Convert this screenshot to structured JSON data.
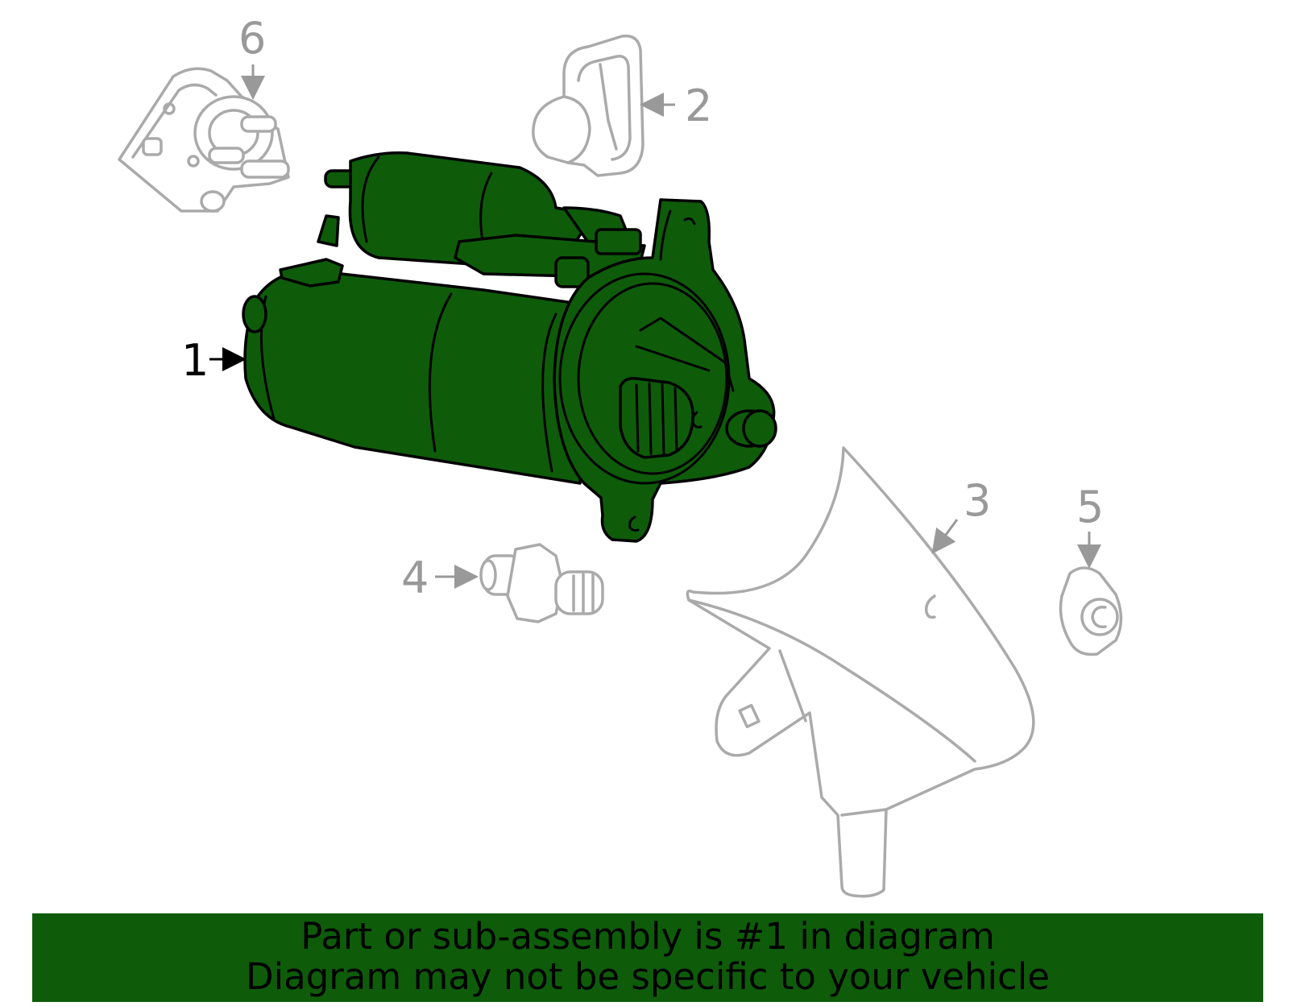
{
  "colors": {
    "highlight": "#0e5c0a",
    "ghost_stroke": "#aaaaaa",
    "callout_gray": "#999999",
    "callout_highlight": "#000000"
  },
  "callouts": {
    "part1": "1",
    "part2": "2",
    "part3": "3",
    "part4": "4",
    "part5": "5",
    "part6": "6"
  },
  "banner": {
    "line1": "Part or sub-assembly is #1 in diagram",
    "line2": "Diagram may not be specific to your vehicle"
  }
}
